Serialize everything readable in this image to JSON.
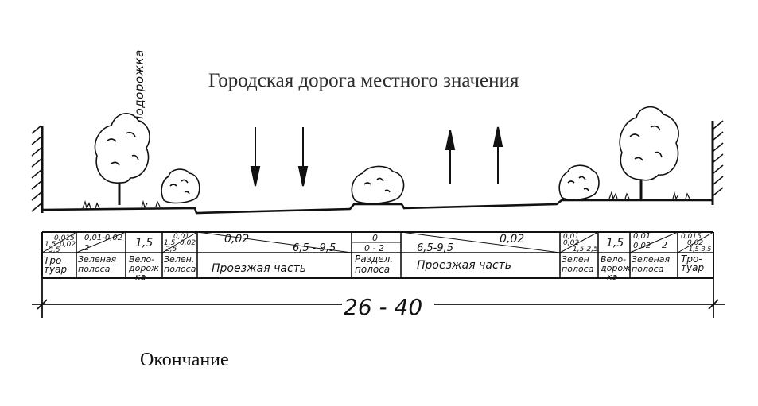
{
  "title": "Городская дорога местного значения",
  "caption": "Окончание",
  "bike_path_label": "Велодорожка",
  "dimension": "26 - 40",
  "left": {
    "sidewalk": {
      "slope_top": "0,015",
      "slope_mid": "0,02",
      "width_a": "1,5",
      "width_b": "-3,5",
      "name": "Тро-\nтуар"
    },
    "green_outer": {
      "slope": "0,01-0,02",
      "width": "2",
      "name": "Зеленая\nполоса"
    },
    "bike": {
      "width": "1,5",
      "name": "Вело-\nдорож\nка"
    },
    "green_inner": {
      "slope": "0,01",
      "extra": "0,02",
      "width_a": "1,5",
      "width_b": "2,5",
      "name": "Зелен.\nполоса"
    },
    "carriageway": {
      "slope": "0,02",
      "width": "6,5 - 9,5",
      "name": "Проезжая часть"
    }
  },
  "median": {
    "top": "0",
    "width": "0 - 2",
    "name": "Раздел.\nполоса"
  },
  "right": {
    "carriageway": {
      "width": "6,5-9,5",
      "slope": "0,02",
      "name": "Проезжая часть"
    },
    "green_inner": {
      "slope": "0,01",
      "extra": "0,02",
      "width": "1,5-2,5",
      "name": "Зелен\nполоса"
    },
    "bike": {
      "width": "1,5",
      "name": "Вело-\nдорож\nка"
    },
    "green_outer": {
      "slope": "0,01",
      "extra": "0,02",
      "width": "2",
      "name": "Зеленая\nполоса"
    },
    "sidewalk": {
      "slope": "0,015",
      "extra": "0,02",
      "width": "1,5-3,5",
      "name": "Тро-\nтуар"
    }
  }
}
